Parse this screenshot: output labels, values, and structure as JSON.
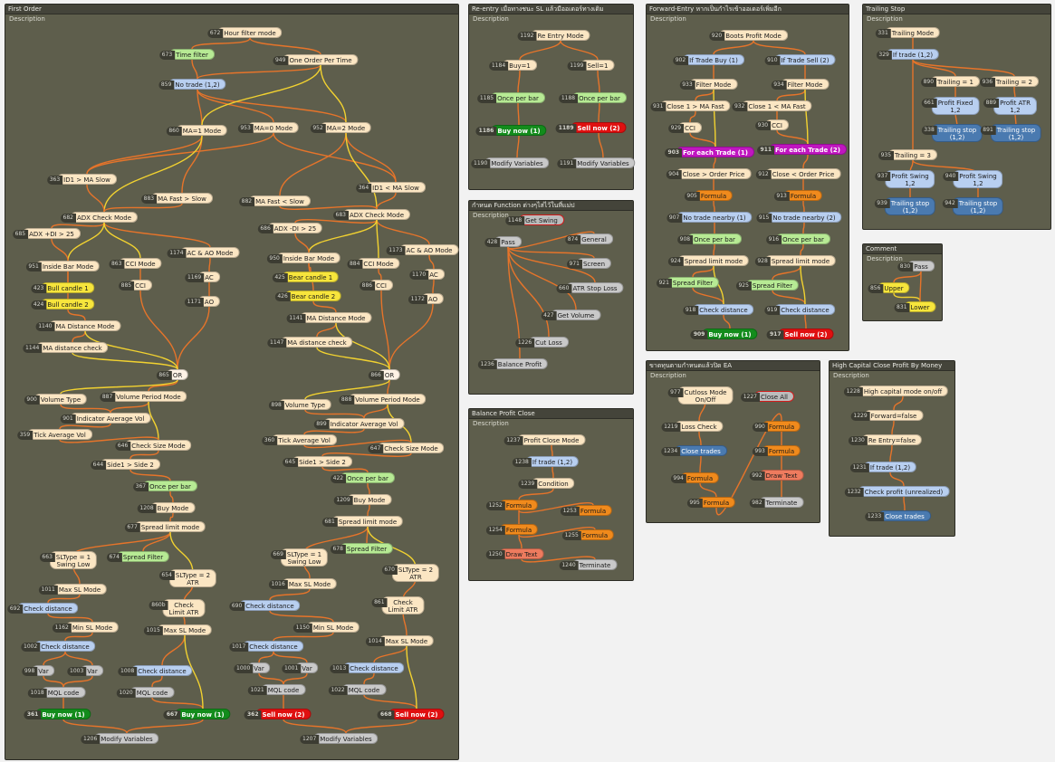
{
  "panels": [
    {
      "key": "first-order",
      "title": "First Order",
      "description": "Description"
    },
    {
      "key": "re-entry",
      "title": "Re-entry เมื่อทางชนะ SL แล้วมีออเดอร์ทางเดิม",
      "description": "Description"
    },
    {
      "key": "forward-entry",
      "title": "Forward-Entry หากเป็นกำไรเข้าออเดอร์เพิ่มอีก",
      "description": "Description"
    },
    {
      "key": "trailing-stop",
      "title": "Trailing Stop",
      "description": "Description"
    },
    {
      "key": "function",
      "title": "กำหนด Function ต่างๆไส่ไว้ในที่แม่ป",
      "description": "Description"
    },
    {
      "key": "comment",
      "title": "Comment",
      "description": "Description"
    },
    {
      "key": "balance-profit-close",
      "title": "Balance Profit Close",
      "description": "Description"
    },
    {
      "key": "cutloss",
      "title": "ขาดทุนตามกำหนดแล้วปิด EA",
      "description": "Description"
    },
    {
      "key": "high-capital",
      "title": "High Capital Close Profit By Money",
      "description": "Description"
    }
  ],
  "nodes": [
    {
      "id": "672",
      "label": "Hour filter mode",
      "color": "cream"
    },
    {
      "id": "673",
      "label": "Time filter",
      "color": "green"
    },
    {
      "id": "949",
      "label": "One Order Per Time",
      "color": "cream"
    },
    {
      "id": "859",
      "label": "No trade (1,2)",
      "color": "blue"
    },
    {
      "id": "860",
      "label": "MA=1 Mode",
      "color": "cream"
    },
    {
      "id": "953",
      "label": "MA=0 Mode",
      "color": "cream"
    },
    {
      "id": "952",
      "label": "MA=2 Mode",
      "color": "cream"
    },
    {
      "id": "363",
      "label": "ID1 > MA Slow",
      "color": "cream"
    },
    {
      "id": "883",
      "label": "MA Fast > Slow",
      "color": "cream"
    },
    {
      "id": "882",
      "label": "MA Fast < Slow",
      "color": "cream"
    },
    {
      "id": "364",
      "label": "ID1 < MA Slow",
      "color": "cream"
    },
    {
      "id": "682",
      "label": "ADX Check Mode",
      "color": "cream"
    },
    {
      "id": "683",
      "label": "ADX Check Mode",
      "color": "cream"
    },
    {
      "id": "685",
      "label": "ADX +DI > 25",
      "color": "cream"
    },
    {
      "id": "686",
      "label": "ADX -DI > 25",
      "color": "cream"
    },
    {
      "id": "1174",
      "label": "AC & AO Mode",
      "color": "cream"
    },
    {
      "id": "1173",
      "label": "AC & AO Mode",
      "color": "cream"
    },
    {
      "id": "951",
      "label": "Inside Bar Mode",
      "color": "cream"
    },
    {
      "id": "950",
      "label": "Inside Bar Mode",
      "color": "cream"
    },
    {
      "id": "863",
      "label": "CCI Mode",
      "color": "cream"
    },
    {
      "id": "884",
      "label": "CCI Mode",
      "color": "cream"
    },
    {
      "id": "1169",
      "label": "AC",
      "color": "cream"
    },
    {
      "id": "1170",
      "label": "AC",
      "color": "cream"
    },
    {
      "id": "423",
      "label": "Bull candle 1",
      "color": "yellow"
    },
    {
      "id": "424",
      "label": "Bull candle 2",
      "color": "yellow"
    },
    {
      "id": "425",
      "label": "Bear candle 1",
      "color": "yellow"
    },
    {
      "id": "426",
      "label": "Bear candle 2",
      "color": "yellow"
    },
    {
      "id": "885",
      "label": "CCI",
      "color": "cream"
    },
    {
      "id": "886",
      "label": "CCI",
      "color": "cream"
    },
    {
      "id": "1171",
      "label": "AO",
      "color": "cream"
    },
    {
      "id": "1172",
      "label": "AO",
      "color": "cream"
    },
    {
      "id": "1140",
      "label": "MA Distance Mode",
      "color": "cream"
    },
    {
      "id": "1141",
      "label": "MA Distance Mode",
      "color": "cream"
    },
    {
      "id": "1144",
      "label": "MA distance check",
      "color": "cream"
    },
    {
      "id": "1147",
      "label": "MA distance check",
      "color": "cream"
    },
    {
      "id": "865",
      "label": "OR",
      "color": "white"
    },
    {
      "id": "866",
      "label": "OR",
      "color": "white"
    },
    {
      "id": "900",
      "label": "Volume Type",
      "color": "cream"
    },
    {
      "id": "887",
      "label": "Volume Period Mode",
      "color": "cream"
    },
    {
      "id": "898",
      "label": "Volume Type",
      "color": "cream"
    },
    {
      "id": "888",
      "label": "Volume Period Mode",
      "color": "cream"
    },
    {
      "id": "901",
      "label": "Indicator Average Vol",
      "color": "cream"
    },
    {
      "id": "899",
      "label": "Indicator Average Vol",
      "color": "cream"
    },
    {
      "id": "359",
      "label": "Tick Average Vol",
      "color": "cream"
    },
    {
      "id": "360",
      "label": "Tick Average Vol",
      "color": "cream"
    },
    {
      "id": "646",
      "label": "Check Size Mode",
      "color": "cream"
    },
    {
      "id": "647",
      "label": "Check Size Mode",
      "color": "cream"
    },
    {
      "id": "644",
      "label": "Side1 > Side 2",
      "color": "cream"
    },
    {
      "id": "645",
      "label": "Side1 > Side 2",
      "color": "cream"
    },
    {
      "id": "367",
      "label": "Once per bar",
      "color": "green"
    },
    {
      "id": "422",
      "label": "Once per bar",
      "color": "green"
    },
    {
      "id": "1208",
      "label": "Buy Mode",
      "color": "cream"
    },
    {
      "id": "1209",
      "label": "Buy Mode",
      "color": "cream"
    },
    {
      "id": "677",
      "label": "Spread limit mode",
      "color": "cream"
    },
    {
      "id": "681",
      "label": "Spread limit mode",
      "color": "cream"
    },
    {
      "id": "663",
      "label": "SLType = 1\nSwing Low",
      "color": "cream"
    },
    {
      "id": "674",
      "label": "Spread Filter",
      "color": "green"
    },
    {
      "id": "654",
      "label": "SLType = 2\nATR",
      "color": "cream"
    },
    {
      "id": "669",
      "label": "SLType = 1\nSwing Low",
      "color": "cream"
    },
    {
      "id": "678",
      "label": "Spread Filter",
      "color": "green"
    },
    {
      "id": "670",
      "label": "SLType = 2\nATR",
      "color": "cream"
    },
    {
      "id": "1011",
      "label": "Max SL Mode",
      "color": "cream"
    },
    {
      "id": "1016",
      "label": "Max SL Mode",
      "color": "cream"
    },
    {
      "id": "692",
      "label": "Check distance",
      "color": "blue"
    },
    {
      "id": "690",
      "label": "Check distance",
      "color": "blue"
    },
    {
      "id": "860b",
      "label": "Check\nLimit ATR",
      "color": "cream"
    },
    {
      "id": "861",
      "label": "Check\nLimit ATR",
      "color": "cream"
    },
    {
      "id": "1162",
      "label": "Min SL Mode",
      "color": "cream"
    },
    {
      "id": "1150",
      "label": "Min SL Mode",
      "color": "cream"
    },
    {
      "id": "1015",
      "label": "Max SL Mode",
      "color": "cream"
    },
    {
      "id": "1014",
      "label": "Max SL Mode",
      "color": "cream"
    },
    {
      "id": "1002",
      "label": "Check distance",
      "color": "blue"
    },
    {
      "id": "1017",
      "label": "Check distance",
      "color": "blue"
    },
    {
      "id": "998",
      "label": "Var",
      "color": "grey"
    },
    {
      "id": "1003",
      "label": "Var",
      "color": "grey"
    },
    {
      "id": "1008",
      "label": "Check distance",
      "color": "blue"
    },
    {
      "id": "1000",
      "label": "Var",
      "color": "grey"
    },
    {
      "id": "1001",
      "label": "Var",
      "color": "grey"
    },
    {
      "id": "1013",
      "label": "Check distance",
      "color": "blue"
    },
    {
      "id": "1018",
      "label": "MQL code",
      "color": "grey"
    },
    {
      "id": "1020",
      "label": "MQL code",
      "color": "grey"
    },
    {
      "id": "1021",
      "label": "MQL code",
      "color": "grey"
    },
    {
      "id": "1022",
      "label": "MQL code",
      "color": "grey"
    },
    {
      "id": "361",
      "label": "Buy now (1)",
      "color": "dgreen"
    },
    {
      "id": "667",
      "label": "Buy now (1)",
      "color": "dgreen"
    },
    {
      "id": "362",
      "label": "Sell now (2)",
      "color": "red"
    },
    {
      "id": "668",
      "label": "Sell now (2)",
      "color": "red"
    },
    {
      "id": "1206",
      "label": "Modify Variables",
      "color": "grey"
    },
    {
      "id": "1207",
      "label": "Modify Variables",
      "color": "grey"
    },
    {
      "id": "1192",
      "label": "Re Entry Mode",
      "color": "cream"
    },
    {
      "id": "1184",
      "label": "Buy=1",
      "color": "cream"
    },
    {
      "id": "1199",
      "label": "Sell=1",
      "color": "cream"
    },
    {
      "id": "1185",
      "label": "Once per bar",
      "color": "green"
    },
    {
      "id": "1188",
      "label": "Once per bar",
      "color": "green"
    },
    {
      "id": "1186",
      "label": "Buy now (1)",
      "color": "dgreen"
    },
    {
      "id": "1189",
      "label": "Sell now (2)",
      "color": "red"
    },
    {
      "id": "1190",
      "label": "Modify Variables",
      "color": "grey"
    },
    {
      "id": "1191",
      "label": "Modify Variables",
      "color": "grey"
    },
    {
      "id": "920",
      "label": "Boots Profit Mode",
      "color": "cream"
    },
    {
      "id": "902",
      "label": "If Trade Buy (1)",
      "color": "blue"
    },
    {
      "id": "910",
      "label": "If Trade Sell (2)",
      "color": "blue"
    },
    {
      "id": "933",
      "label": "Filter Mode",
      "color": "cream"
    },
    {
      "id": "934",
      "label": "Filter Mode",
      "color": "cream"
    },
    {
      "id": "931",
      "label": "Close 1 > MA Fast",
      "color": "cream"
    },
    {
      "id": "932",
      "label": "Close 1 < MA Fast",
      "color": "cream"
    },
    {
      "id": "929",
      "label": "CCI",
      "color": "cream"
    },
    {
      "id": "930",
      "label": "CCI",
      "color": "cream"
    },
    {
      "id": "903",
      "label": "For each Trade (1)",
      "color": "magenta"
    },
    {
      "id": "911",
      "label": "For each Trade (2)",
      "color": "magenta"
    },
    {
      "id": "904",
      "label": "Close > Order Price",
      "color": "cream"
    },
    {
      "id": "912",
      "label": "Close < Order Price",
      "color": "cream"
    },
    {
      "id": "905",
      "label": "Formula",
      "color": "orange"
    },
    {
      "id": "913",
      "label": "Formula",
      "color": "orange"
    },
    {
      "id": "907",
      "label": "No trade nearby (1)",
      "color": "blue"
    },
    {
      "id": "915",
      "label": "No trade nearby (2)",
      "color": "blue"
    },
    {
      "id": "908",
      "label": "Once per bar",
      "color": "green"
    },
    {
      "id": "916",
      "label": "Once per bar",
      "color": "green"
    },
    {
      "id": "924",
      "label": "Spread limit mode",
      "color": "cream"
    },
    {
      "id": "928",
      "label": "Spread limit mode",
      "color": "cream"
    },
    {
      "id": "921",
      "label": "Spread Filter",
      "color": "green"
    },
    {
      "id": "925",
      "label": "Spread Filter",
      "color": "green"
    },
    {
      "id": "918",
      "label": "Check distance",
      "color": "blue"
    },
    {
      "id": "919",
      "label": "Check distance",
      "color": "blue"
    },
    {
      "id": "909",
      "label": "Buy now (1)",
      "color": "dgreen"
    },
    {
      "id": "917",
      "label": "Sell now (2)",
      "color": "red"
    },
    {
      "id": "331",
      "label": "Trailing Mode",
      "color": "cream"
    },
    {
      "id": "329",
      "label": "If trade (1,2)",
      "color": "blue"
    },
    {
      "id": "890",
      "label": "Trailing = 1",
      "color": "cream"
    },
    {
      "id": "936",
      "label": "Trailing = 2",
      "color": "cream"
    },
    {
      "id": "661",
      "label": "Profit Fixed\n1,2",
      "color": "blue"
    },
    {
      "id": "889",
      "label": "Profit ATR\n1,2",
      "color": "blue"
    },
    {
      "id": "338",
      "label": "Trailing stop\n(1,2)",
      "color": "steel"
    },
    {
      "id": "891",
      "label": "Trailing stop\n(1,2)",
      "color": "steel"
    },
    {
      "id": "935",
      "label": "Trailing = 3",
      "color": "cream"
    },
    {
      "id": "937",
      "label": "Profit Swing\n1,2",
      "color": "blue"
    },
    {
      "id": "940",
      "label": "Profit Swing\n1,2",
      "color": "blue"
    },
    {
      "id": "939",
      "label": "Trailing stop\n(1,2)",
      "color": "steel"
    },
    {
      "id": "942",
      "label": "Trailing stop\n(1,2)",
      "color": "steel"
    },
    {
      "id": "1148",
      "label": "Get Swing",
      "color": "outline"
    },
    {
      "id": "428",
      "label": "Pass",
      "color": "grey"
    },
    {
      "id": "874",
      "label": "General",
      "color": "grey"
    },
    {
      "id": "971",
      "label": "Screen",
      "color": "grey"
    },
    {
      "id": "660",
      "label": "ATR Stop Loss",
      "color": "grey"
    },
    {
      "id": "427",
      "label": "Get Volume",
      "color": "grey"
    },
    {
      "id": "1226",
      "label": "Cut Loss",
      "color": "grey"
    },
    {
      "id": "1236",
      "label": "Balance Profit",
      "color": "grey"
    },
    {
      "id": "830",
      "label": "Pass",
      "color": "grey"
    },
    {
      "id": "856",
      "label": "Upper",
      "color": "yellow"
    },
    {
      "id": "831",
      "label": "Lower",
      "color": "yellow"
    },
    {
      "id": "1237",
      "label": "Profit Close Mode",
      "color": "cream"
    },
    {
      "id": "1238",
      "label": "If trade (1,2)",
      "color": "blue"
    },
    {
      "id": "1239",
      "label": "Condition",
      "color": "cream"
    },
    {
      "id": "1252",
      "label": "Formula",
      "color": "orange"
    },
    {
      "id": "1253",
      "label": "Formula",
      "color": "orange"
    },
    {
      "id": "1254",
      "label": "Formula",
      "color": "orange"
    },
    {
      "id": "1255",
      "label": "Formula",
      "color": "orange"
    },
    {
      "id": "1250",
      "label": "Draw Text",
      "color": "salmon"
    },
    {
      "id": "1240",
      "label": "Terminate",
      "color": "grey"
    },
    {
      "id": "977",
      "label": "Cutloss Mode\nOn/Off",
      "color": "cream"
    },
    {
      "id": "1227",
      "label": "Close All",
      "color": "outline"
    },
    {
      "id": "1219",
      "label": "Loss Check",
      "color": "cream"
    },
    {
      "id": "990",
      "label": "Formula",
      "color": "orange"
    },
    {
      "id": "1234",
      "label": "Close trades",
      "color": "steel"
    },
    {
      "id": "993",
      "label": "Formula",
      "color": "orange"
    },
    {
      "id": "994",
      "label": "Formula",
      "color": "orange"
    },
    {
      "id": "992",
      "label": "Draw Text",
      "color": "salmon"
    },
    {
      "id": "995",
      "label": "Formula",
      "color": "orange"
    },
    {
      "id": "982",
      "label": "Terminate",
      "color": "grey"
    },
    {
      "id": "1228",
      "label": "High capital mode on/off",
      "color": "cream"
    },
    {
      "id": "1229",
      "label": "Forward=false",
      "color": "cream"
    },
    {
      "id": "1230",
      "label": "Re Entry=false",
      "color": "cream"
    },
    {
      "id": "1231",
      "label": "If trade (1,2)",
      "color": "blue"
    },
    {
      "id": "1232",
      "label": "Check profit (unrealized)",
      "color": "blue"
    },
    {
      "id": "1233",
      "label": "Close trades",
      "color": "steel"
    }
  ],
  "link_colors": {
    "orange": "#e6742a",
    "yellow": "#f2d230",
    "red": "#d8391c"
  }
}
